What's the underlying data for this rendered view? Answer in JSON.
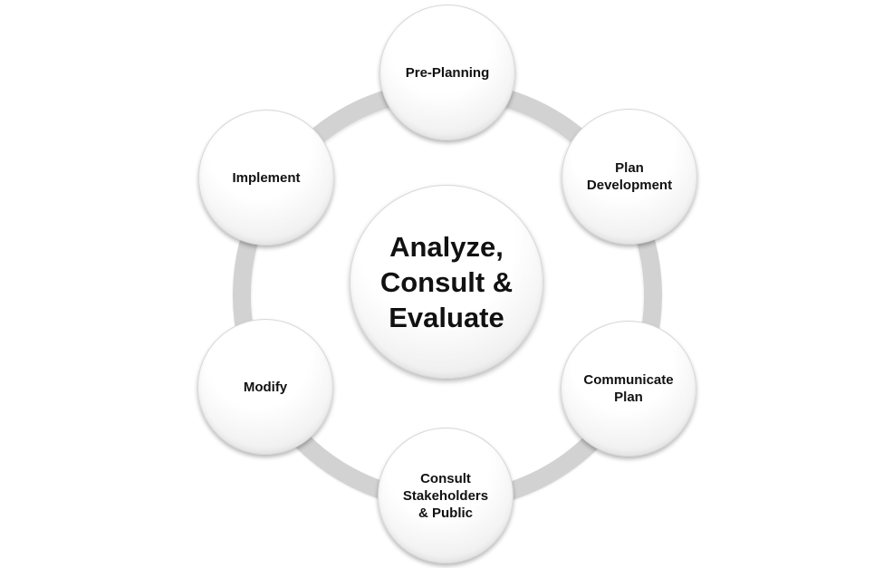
{
  "diagram": {
    "center": {
      "label": "Analyze,\nConsult &\nEvaluate"
    },
    "nodes": [
      {
        "label": "Pre-Planning"
      },
      {
        "label": "Plan\nDevelopment"
      },
      {
        "label": "Communicate\nPlan"
      },
      {
        "label": "Consult\nStakeholders\n& Public"
      },
      {
        "label": "Modify"
      },
      {
        "label": "Implement"
      }
    ]
  },
  "colors": {
    "ring": "#d2d2d2",
    "node_fill": "#ffffff",
    "text": "#111111"
  }
}
